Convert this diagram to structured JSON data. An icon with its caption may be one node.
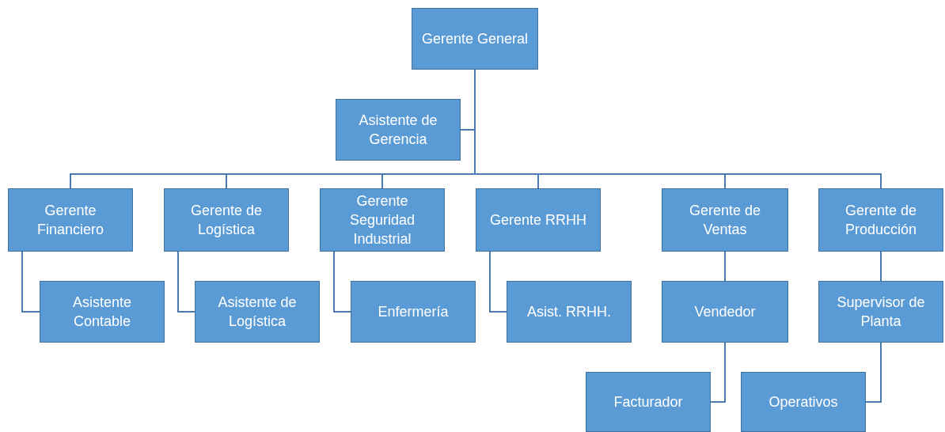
{
  "diagram": {
    "nodes": [
      {
        "text": [
          "Gerente General"
        ]
      },
      {
        "text": [
          "Asistente de Gerencia"
        ]
      },
      {
        "text": [
          "Gerente Financiero"
        ]
      },
      {
        "text": [
          "Gerente de Logística"
        ]
      },
      {
        "text": [
          "Gerente Seguridad Industrial"
        ]
      },
      {
        "text": [
          "Gerente RRHH"
        ]
      },
      {
        "text": [
          "Gerente de Ventas"
        ]
      },
      {
        "text": [
          "Gerente de Producción"
        ]
      },
      {
        "text": [
          "Asistente Contable"
        ]
      },
      {
        "text": [
          "Asistente de Logística"
        ]
      },
      {
        "text": [
          "Enfermería"
        ]
      },
      {
        "text": [
          "Asist. RRHH."
        ]
      },
      {
        "text": [
          "Vendedor"
        ]
      },
      {
        "text": [
          "Supervisor de Planta"
        ]
      },
      {
        "text": [
          "Facturador"
        ]
      },
      {
        "text": [
          "Operativos"
        ]
      }
    ],
    "edges": [
      {
        "from": 0,
        "to": 1,
        "arrow": "none"
      },
      {
        "from": 0,
        "to": 2,
        "arrow": "none"
      },
      {
        "from": 0,
        "to": 3,
        "arrow": "none"
      },
      {
        "from": 0,
        "to": 4,
        "arrow": "none"
      },
      {
        "from": 0,
        "to": 5,
        "arrow": "none"
      },
      {
        "from": 0,
        "to": 6,
        "arrow": "none"
      },
      {
        "from": 0,
        "to": 7,
        "arrow": "none"
      },
      {
        "from": 2,
        "to": 8,
        "arrow": "none"
      },
      {
        "from": 3,
        "to": 9,
        "arrow": "none"
      },
      {
        "from": 4,
        "to": 10,
        "arrow": "none"
      },
      {
        "from": 5,
        "to": 11,
        "arrow": "none"
      },
      {
        "from": 6,
        "to": 12,
        "arrow": "none"
      },
      {
        "from": 7,
        "to": 13,
        "arrow": "none"
      },
      {
        "from": 12,
        "to": 14,
        "arrow": "none"
      },
      {
        "from": 13,
        "to": 15,
        "arrow": "none"
      }
    ]
  }
}
